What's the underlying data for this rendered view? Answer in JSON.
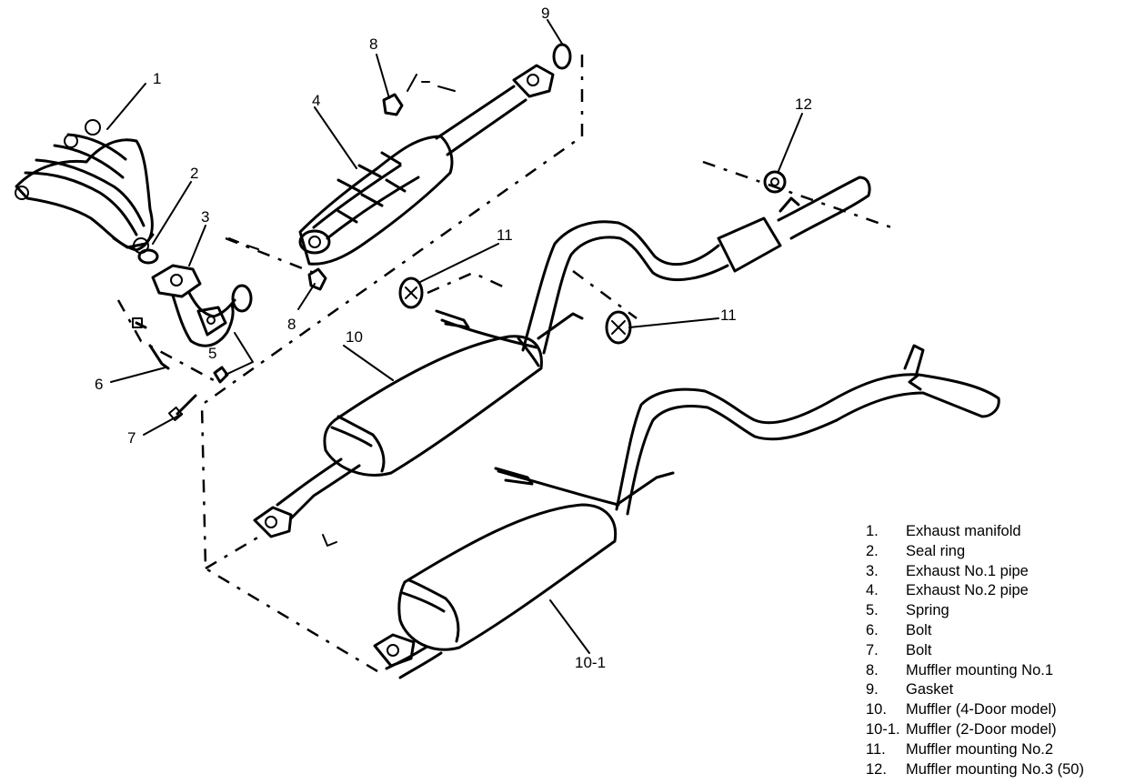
{
  "callouts": {
    "c1": "1",
    "c2": "2",
    "c3": "3",
    "c4": "4",
    "c5": "5",
    "c6": "6",
    "c7": "7",
    "c8a": "8",
    "c8b": "8",
    "c9": "9",
    "c10": "10",
    "c10_1": "10-1",
    "c11a": "11",
    "c11b": "11",
    "c12": "12"
  },
  "legend": [
    {
      "num": "1.",
      "label": "Exhaust manifold"
    },
    {
      "num": "2.",
      "label": "Seal ring"
    },
    {
      "num": "3.",
      "label": "Exhaust No.1 pipe"
    },
    {
      "num": "4.",
      "label": "Exhaust No.2 pipe"
    },
    {
      "num": "5.",
      "label": "Spring"
    },
    {
      "num": "6.",
      "label": "Bolt"
    },
    {
      "num": "7.",
      "label": "Bolt"
    },
    {
      "num": "8.",
      "label": "Muffler mounting No.1"
    },
    {
      "num": "9.",
      "label": "Gasket"
    },
    {
      "num": "10.",
      "label": "Muffler (4-Door model)"
    },
    {
      "num": "10-1.",
      "label": "Muffler (2-Door model)"
    },
    {
      "num": "11.",
      "label": "Muffler mounting No.2"
    },
    {
      "num": "12.",
      "label": "Muffler mounting No.3 (50)"
    }
  ]
}
